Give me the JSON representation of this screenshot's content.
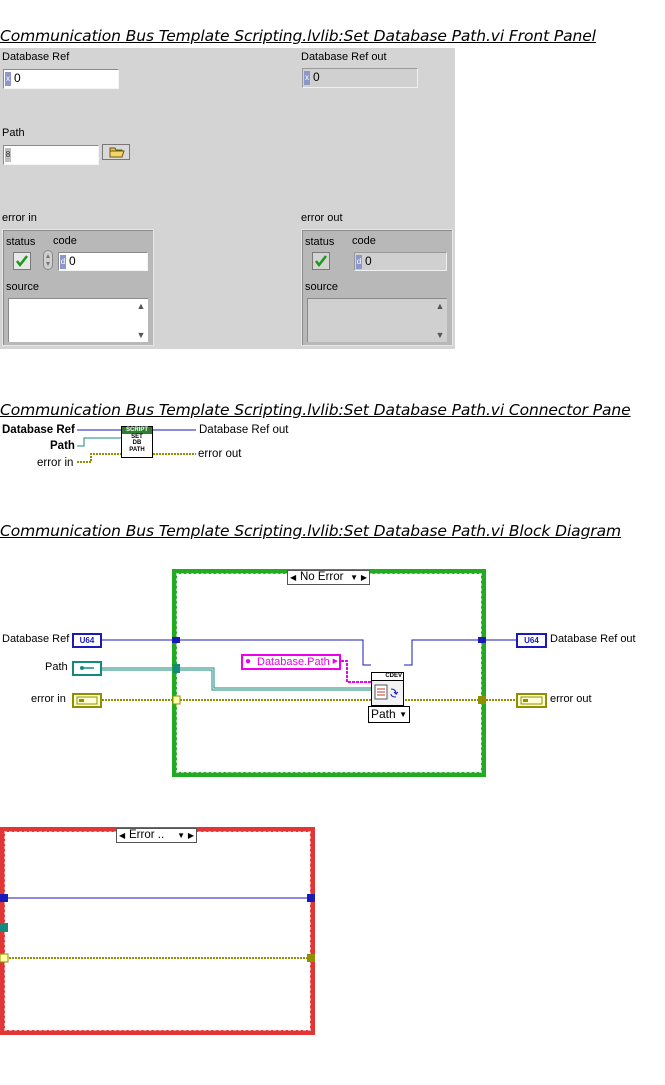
{
  "front_panel": {
    "heading": "Communication Bus Template Scripting.lvlib:Set Database Path.vi Front Panel",
    "database_ref": {
      "label": "Database Ref",
      "value": "0",
      "radix": "x"
    },
    "database_ref_out": {
      "label": "Database Ref out",
      "value": "0",
      "radix": "x"
    },
    "path": {
      "label": "Path",
      "value": "",
      "browse_icon": "folder-icon"
    },
    "error_in": {
      "label": "error in",
      "status_label": "status",
      "code_label": "code",
      "code_value": "0",
      "code_radix": "d",
      "source_label": "source",
      "source_value": ""
    },
    "error_out": {
      "label": "error out",
      "status_label": "status",
      "code_label": "code",
      "code_value": "0",
      "code_radix": "d",
      "source_label": "source",
      "source_value": ""
    }
  },
  "connector_pane": {
    "heading": "Communication Bus Template Scripting.lvlib:Set Database Path.vi Connector Pane",
    "inputs": [
      "Database Ref",
      "Path",
      "error in"
    ],
    "outputs": [
      "Database Ref out",
      "error out"
    ],
    "icon_lines": [
      "SCRIPT",
      "SET",
      "DB",
      "PATH"
    ]
  },
  "block_diagram": {
    "heading": "Communication Bus Template Scripting.lvlib:Set Database Path.vi Block Diagram",
    "case_no_error": "No Error",
    "case_error": "Error ..",
    "terminals": {
      "database_ref": "Database Ref",
      "path": "Path",
      "error_in": "error in",
      "database_ref_out": "Database Ref out",
      "error_out": "error out",
      "u64_tag": "U64",
      "path_tag": "Path"
    },
    "constant": "Database.Path",
    "property_node_header": "CDEV",
    "property_name": "Path",
    "colors": {
      "no_error_frame": "#22aa22",
      "error_frame": "#e23636",
      "ref_wire": "#1a1ab8",
      "path_wire": "#138a7b",
      "error_wire": "#8f8f00",
      "string_const": "#ee00ee"
    }
  }
}
